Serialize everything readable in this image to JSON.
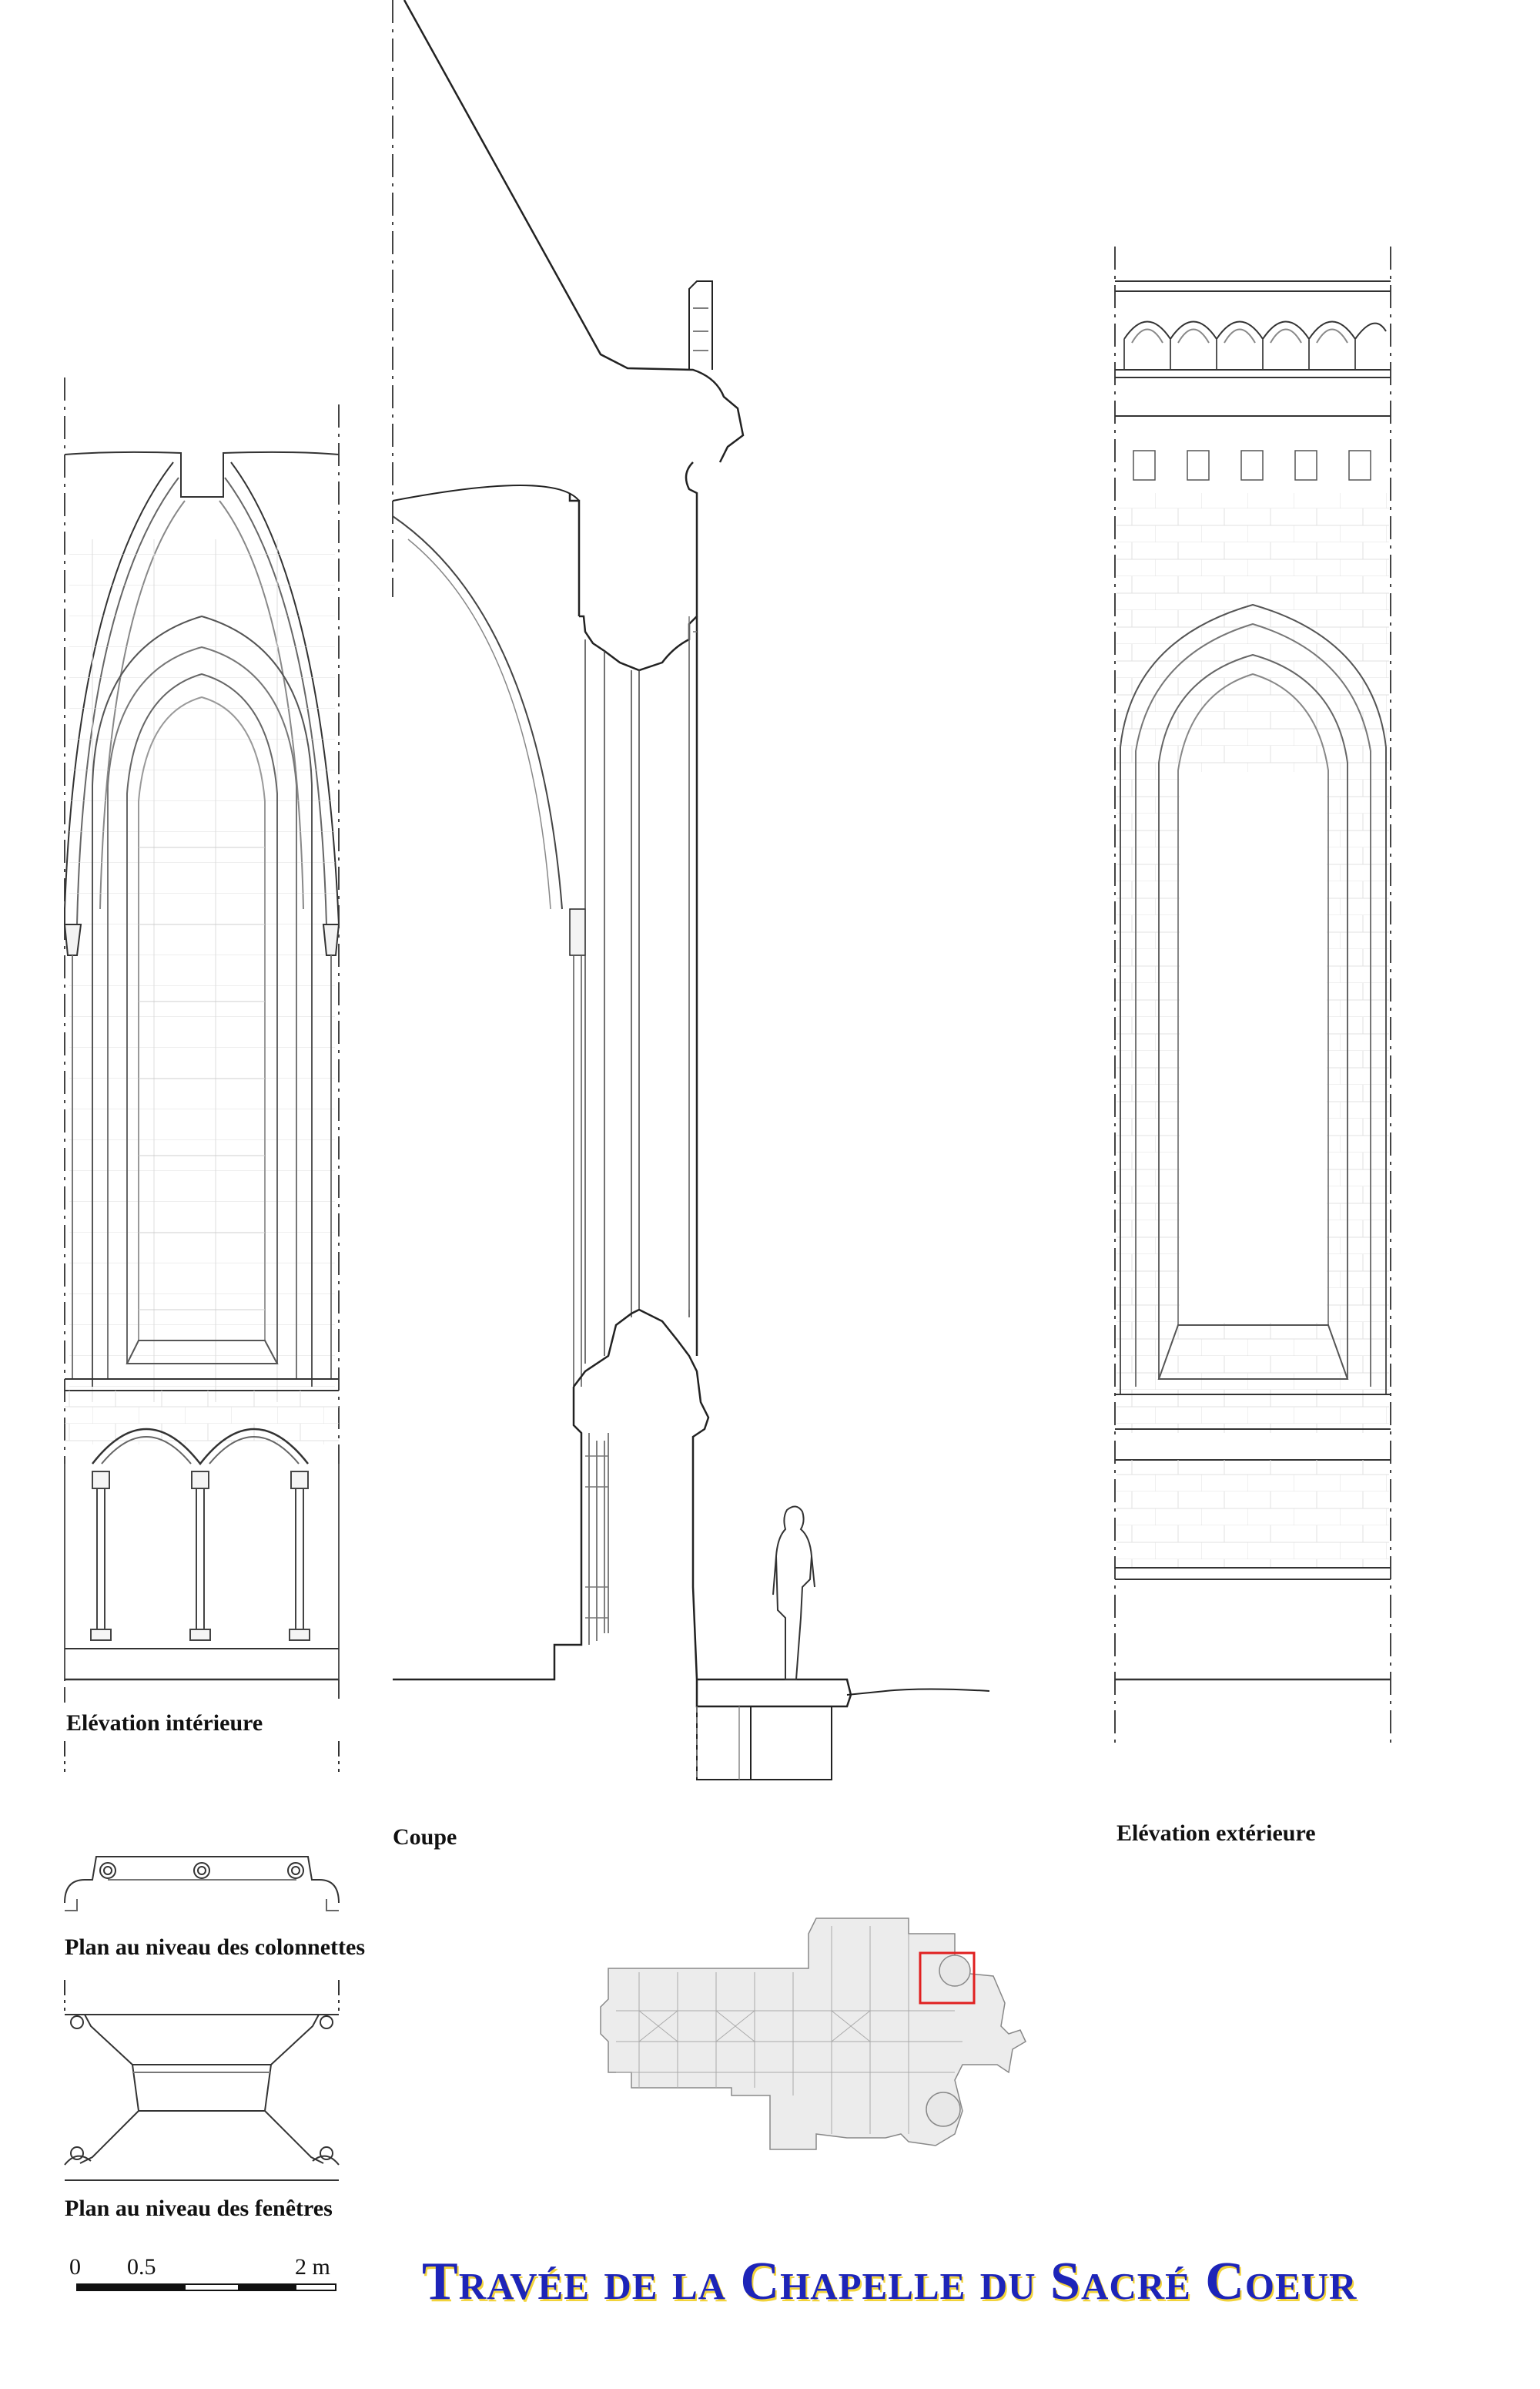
{
  "sheet": {
    "title": "Travée de la Chapelle du Sacré Coeur",
    "title_color": "#1d24b8",
    "title_shadow_color": "#f2d33a",
    "highlight_color": "#e02020"
  },
  "views": {
    "interior_elevation": "Elévation intérieure",
    "section": "Coupe",
    "exterior_elevation": "Elévation extérieure",
    "plan_colonnettes": "Plan au niveau des colonnettes",
    "plan_windows": "Plan au niveau des fenêtres"
  },
  "scale_bar": {
    "ticks": [
      "0",
      "0.5",
      "2 m"
    ]
  }
}
